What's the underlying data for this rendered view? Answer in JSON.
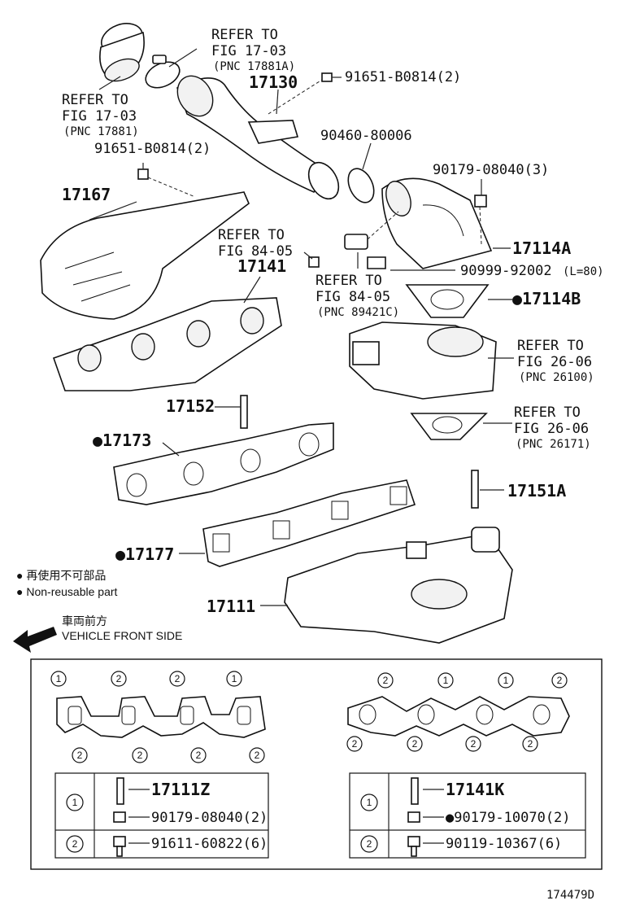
{
  "labels": {
    "refer_fig_17_03_top_1": "REFER TO",
    "refer_fig_17_03_top_2": "FIG 17-03",
    "refer_fig_17_03_top_3": "(PNC 17881A)",
    "bolt_91651_top": "91651-B0814(2)",
    "p17130": "17130",
    "refer_fig_17_03_left_1": "REFER TO",
    "refer_fig_17_03_left_2": "FIG 17-03",
    "refer_fig_17_03_left_3": "(PNC 17881)",
    "p90460": "90460-80006",
    "bolt_91651_left": "91651-B0814(2)",
    "p90179_3": "90179-08040(3)",
    "p17167": "17167",
    "refer_fig_84_05_a_1": "REFER TO",
    "refer_fig_84_05_a_2": "FIG 84-05",
    "p17114a": "17114A",
    "p17141": "17141",
    "p90999": "90999-92002",
    "p90999_note": "(L=80)",
    "refer_fig_84_05_b_1": "REFER TO",
    "refer_fig_84_05_b_2": "FIG 84-05",
    "refer_fig_84_05_b_3": "(PNC 89421C)",
    "p17114b": "●17114B",
    "refer_fig_26_06_a_1": "REFER TO",
    "refer_fig_26_06_a_2": "FIG 26-06",
    "refer_fig_26_06_a_3": "(PNC 26100)",
    "p17152": "17152",
    "refer_fig_26_06_b_1": "REFER TO",
    "refer_fig_26_06_b_2": "FIG 26-06",
    "refer_fig_26_06_b_3": "(PNC 26171)",
    "p17173": "●17173",
    "p17151a": "17151A",
    "p17177": "●17177",
    "legend_jp": "● 再使用不可部品",
    "legend_en": "● Non-reusable part",
    "p17111": "17111",
    "front_jp": "車両前方",
    "front_en": "VEHICLE FRONT SIDE",
    "figure_id": "174479D"
  },
  "tables": {
    "left": {
      "row1_part1": "17111Z",
      "row1_part2": "90179-08040(2)",
      "row2_part": "91611-60822(6)"
    },
    "right": {
      "row1_part1": "17141K",
      "row1_part2": "●90179-10070(2)",
      "row2_part": "90119-10367(6)"
    }
  },
  "callout_numbers": {
    "left_top": [
      "1",
      "2",
      "2",
      "1"
    ],
    "left_bottom": [
      "2",
      "2",
      "2",
      "2"
    ],
    "right_top": [
      "2",
      "1",
      "1",
      "2"
    ],
    "right_bottom": [
      "2",
      "2",
      "2",
      "2"
    ],
    "row_one": "1",
    "row_two": "2"
  }
}
